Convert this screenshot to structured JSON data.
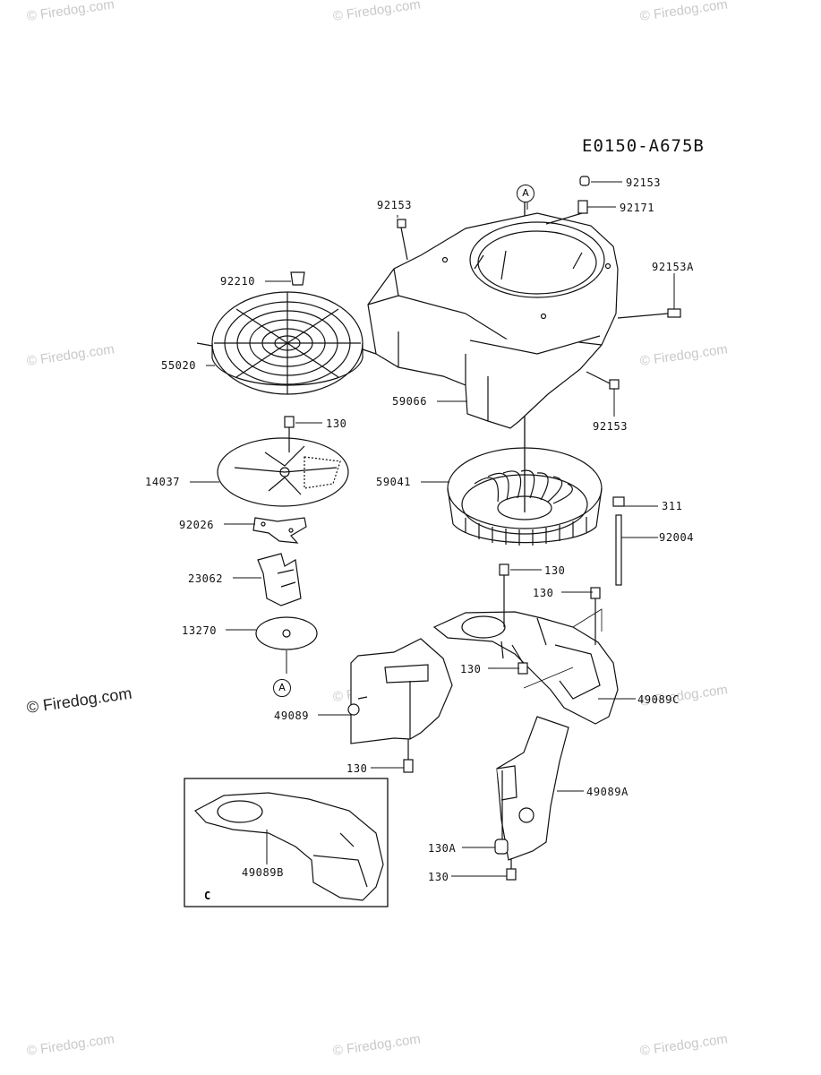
{
  "diagram": {
    "code": "E0150-A675B",
    "inset_letter": "C",
    "ref_marker": "A",
    "watermark": "© Firedog.com",
    "parts": {
      "p92153_a": "92153",
      "p92153_b": "92153",
      "p92171": "92171",
      "p92153A": "92153A",
      "p92153_c": "92153",
      "p92210": "92210",
      "p55020": "55020",
      "p59066": "59066",
      "p130_a": "130",
      "p14037": "14037",
      "p59041": "59041",
      "p311": "311",
      "p92004": "92004",
      "p92026": "92026",
      "p130_b": "130",
      "p130_c": "130",
      "p23062": "23062",
      "p13270": "13270",
      "p130_d": "130",
      "p49089C": "49089C",
      "p49089": "49089",
      "p130_e": "130",
      "p49089A": "49089A",
      "p49089B": "49089B",
      "p130A": "130A",
      "p130_f": "130"
    }
  }
}
